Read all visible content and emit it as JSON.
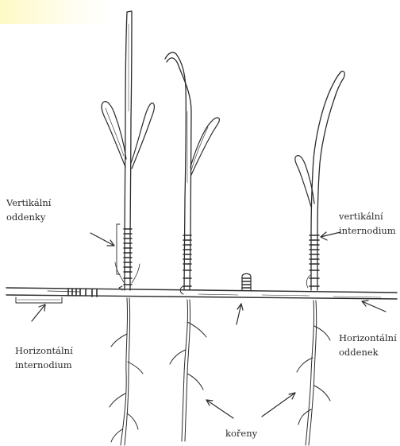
{
  "diagram": {
    "labels": {
      "vertical_rhizomes": [
        "Vertikální",
        "oddenky"
      ],
      "vertical_internode": [
        "vertikální",
        "internodium"
      ],
      "horizontal_internode": [
        "Horizontální",
        "internodium"
      ],
      "horizontal_rhizome": [
        "Horizontální",
        "oddenek"
      ],
      "roots": "kořeny"
    },
    "colors": {
      "ink": "#2b2b2b",
      "background": "#ffffff",
      "corner_tint": "#fff4a0"
    }
  }
}
